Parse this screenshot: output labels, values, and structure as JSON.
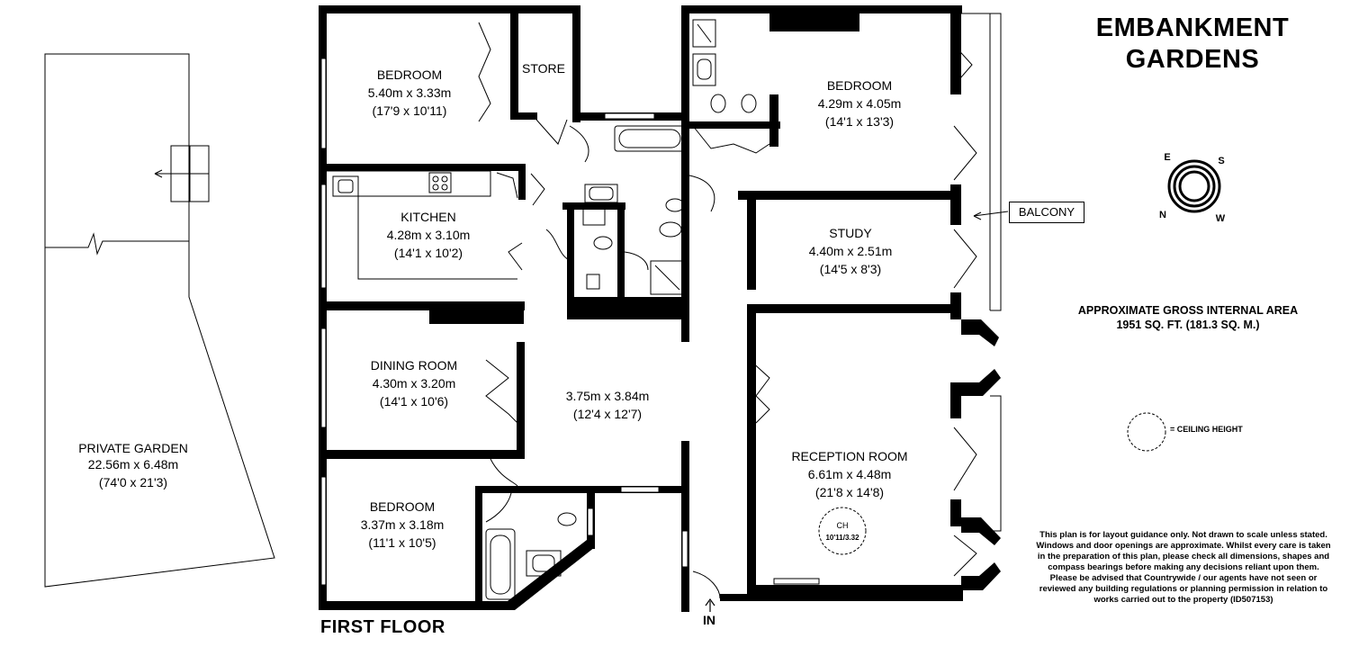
{
  "title": {
    "line1": "EMBANKMENT",
    "line2": "GARDENS"
  },
  "floor_label": "FIRST FLOOR",
  "entrance_label": "IN",
  "balcony_label": "BALCONY",
  "compass": {
    "e": "E",
    "s": "S",
    "n": "N",
    "w": "W"
  },
  "gross_area": {
    "line1": "APPROXIMATE GROSS INTERNAL AREA",
    "line2": "1951 SQ. FT. (181.3 SQ. M.)"
  },
  "ceiling_key": "= CEILING HEIGHT",
  "ceiling_marker": {
    "label": "CH",
    "value": "10'11/3.32"
  },
  "rooms": {
    "bedroom1": {
      "name": "BEDROOM",
      "metric": "5.40m x 3.33m",
      "imperial": "(17'9 x 10'11)"
    },
    "store": {
      "name": "STORE"
    },
    "bedroom2": {
      "name": "BEDROOM",
      "metric": "4.29m x 4.05m",
      "imperial": "(14'1 x 13'3)"
    },
    "kitchen": {
      "name": "KITCHEN",
      "metric": "4.28m x 3.10m",
      "imperial": "(14'1 x 10'2)"
    },
    "study": {
      "name": "STUDY",
      "metric": "4.40m x 2.51m",
      "imperial": "(14'5 x 8'3)"
    },
    "dining": {
      "name": "DINING ROOM",
      "metric": "4.30m x 3.20m",
      "imperial": "(14'1 x 10'6)"
    },
    "hall": {
      "metric": "3.75m x 3.84m",
      "imperial": "(12'4 x 12'7)"
    },
    "reception": {
      "name": "RECEPTION ROOM",
      "metric": "6.61m x 4.48m",
      "imperial": "(21'8 x 14'8)"
    },
    "bedroom3": {
      "name": "BEDROOM",
      "metric": "3.37m x 3.18m",
      "imperial": "(11'1 x 10'5)"
    },
    "garden": {
      "name": "PRIVATE GARDEN",
      "metric": "22.56m x 6.48m",
      "imperial": "(74'0 x 21'3)"
    }
  },
  "disclaimer": "This plan is for layout guidance only. Not drawn to scale unless stated. Windows and door openings are approximate. Whilst every care is taken in the preparation of this plan, please check all dimensions, shapes and compass bearings before making any decisions reliant upon them. Please be advised that Countrywide / our agents have not seen or reviewed any building regulations or planning permission in relation to works carried out to the property (ID507153)"
}
